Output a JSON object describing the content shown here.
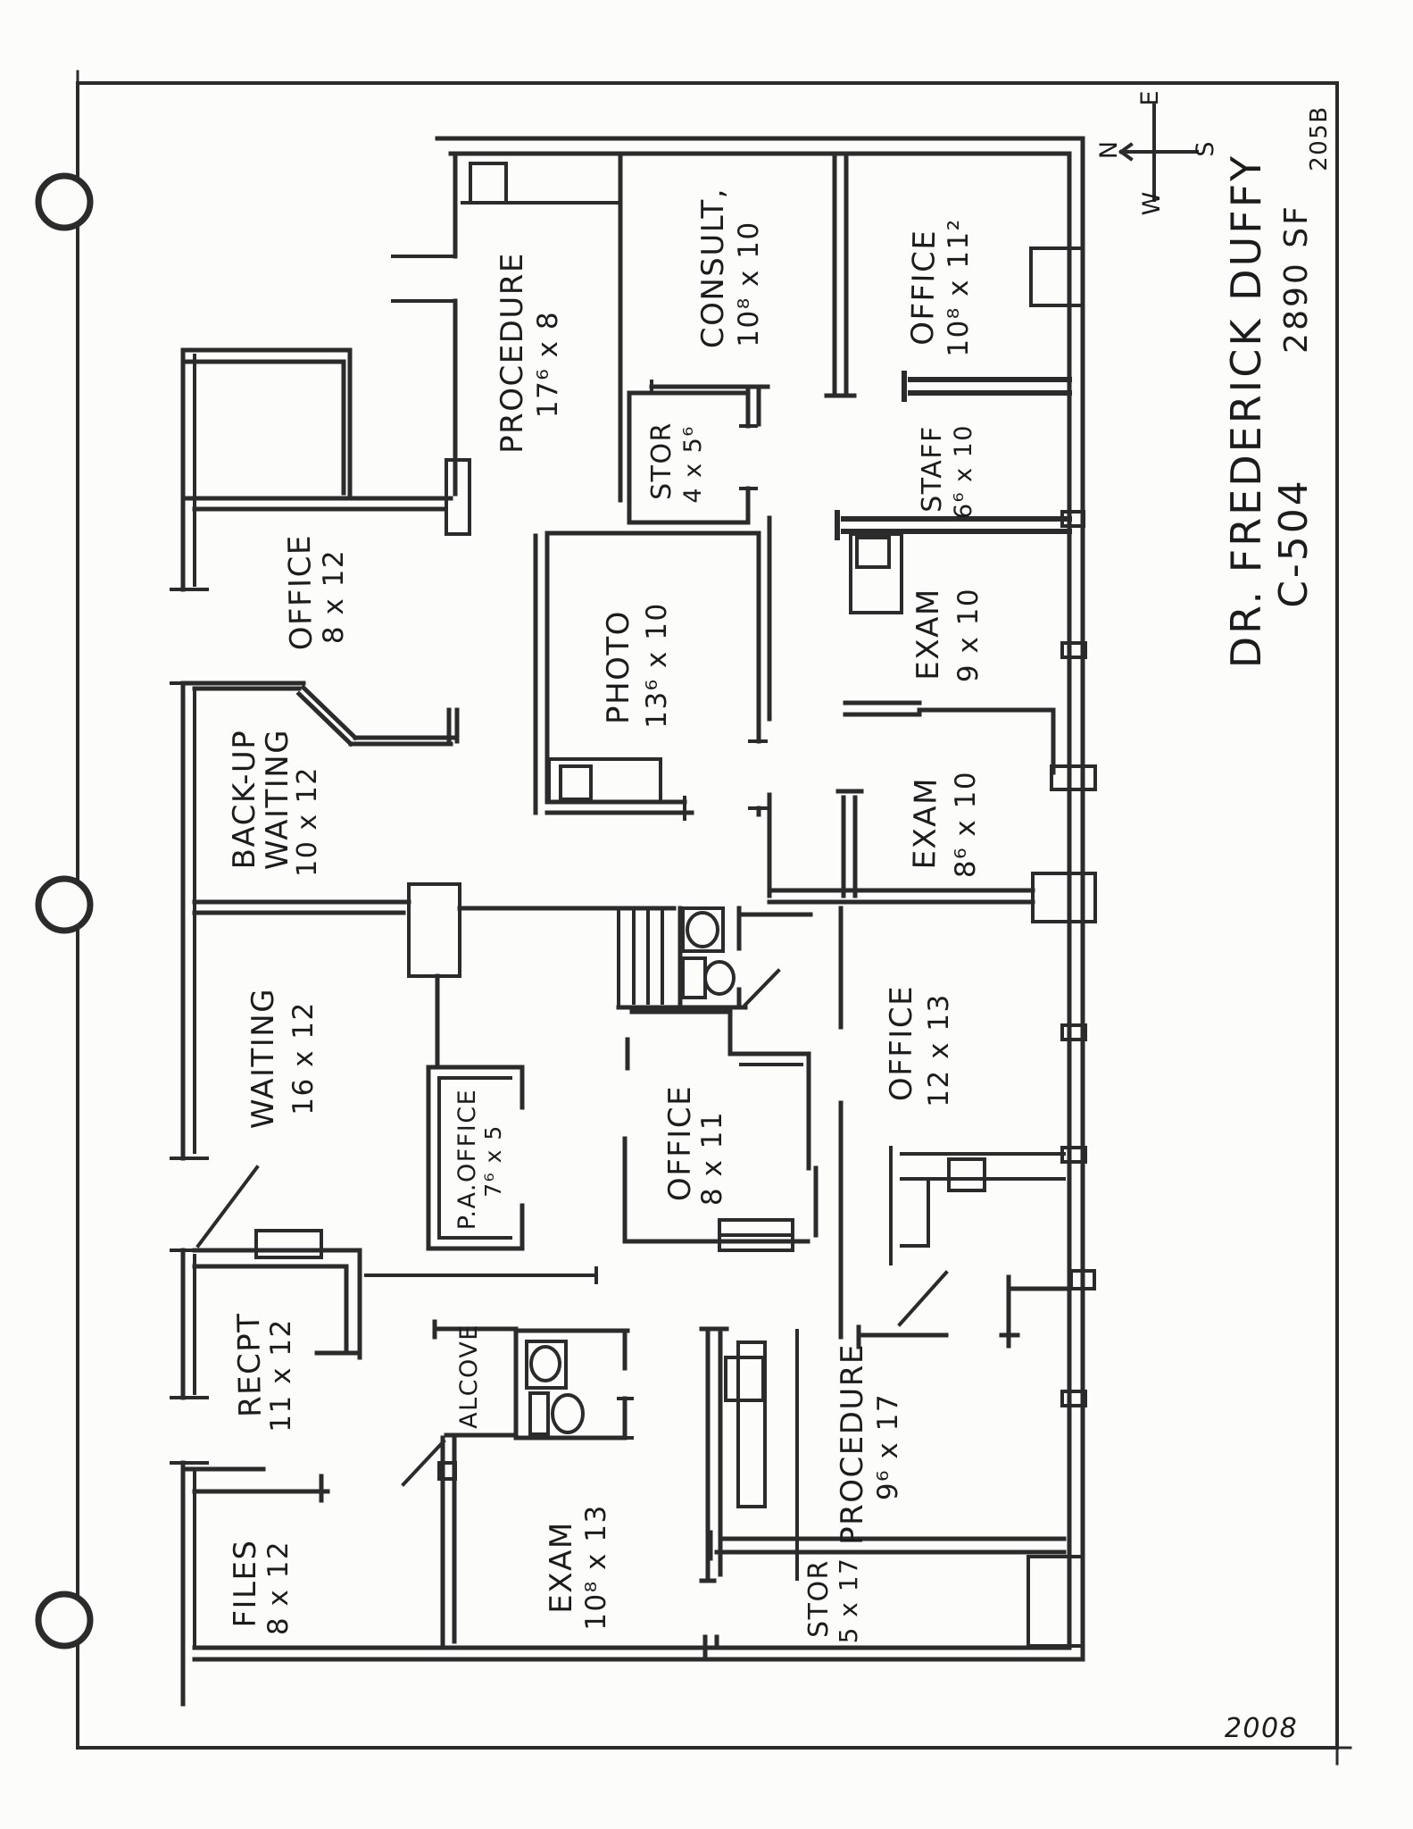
{
  "title_block": {
    "owner": "DR. FREDERICK DUFFY",
    "suite": "C-504",
    "area": "2890 SF"
  },
  "notes": {
    "year": "2008",
    "sheet": "205B"
  },
  "compass": {
    "n": "N",
    "e": "E",
    "s": "S",
    "w": "W"
  },
  "rooms": [
    {
      "id": "procedure-north",
      "lines": [
        "PROCEDURE",
        "17⁶ x 8"
      ]
    },
    {
      "id": "consult",
      "lines": [
        "CONSULT,",
        "10⁸ x 10"
      ]
    },
    {
      "id": "office-northeast",
      "lines": [
        "OFFICE",
        "10⁸ x 11²"
      ]
    },
    {
      "id": "storage-north",
      "lines": [
        "STOR",
        "4 x 5⁶"
      ]
    },
    {
      "id": "staff",
      "lines": [
        "STAFF",
        "6⁶ x 10"
      ]
    },
    {
      "id": "office-northwest",
      "lines": [
        "OFFICE",
        "8 x 12"
      ]
    },
    {
      "id": "photo",
      "lines": [
        "PHOTO",
        "13⁶ x 10"
      ]
    },
    {
      "id": "exam-north",
      "lines": [
        "EXAM",
        "9 x 10"
      ]
    },
    {
      "id": "backup-waiting",
      "lines": [
        "BACK-UP",
        "WAITING",
        "10 x 12"
      ]
    },
    {
      "id": "exam-middle",
      "lines": [
        "EXAM",
        "8⁶ x 10"
      ]
    },
    {
      "id": "waiting",
      "lines": [
        "WAITING",
        "16 x 12"
      ]
    },
    {
      "id": "pa-office",
      "lines": [
        "P.A.OFFICE",
        "7⁶ x 5"
      ]
    },
    {
      "id": "office-middle",
      "lines": [
        "OFFICE",
        "8 x 11"
      ]
    },
    {
      "id": "office-east",
      "lines": [
        "OFFICE",
        "12 x 13"
      ]
    },
    {
      "id": "reception",
      "lines": [
        "RECPT",
        "11 x 12"
      ]
    },
    {
      "id": "alcove",
      "lines": [
        "ALCOVE"
      ]
    },
    {
      "id": "files",
      "lines": [
        "FILES",
        "8 x 12"
      ]
    },
    {
      "id": "exam-south",
      "lines": [
        "EXAM",
        "10⁸ x 13"
      ]
    },
    {
      "id": "procedure-south",
      "lines": [
        "PROCEDURE",
        "9⁶ x 17"
      ]
    },
    {
      "id": "storage-south",
      "lines": [
        "STOR",
        "5 x 17"
      ]
    }
  ]
}
